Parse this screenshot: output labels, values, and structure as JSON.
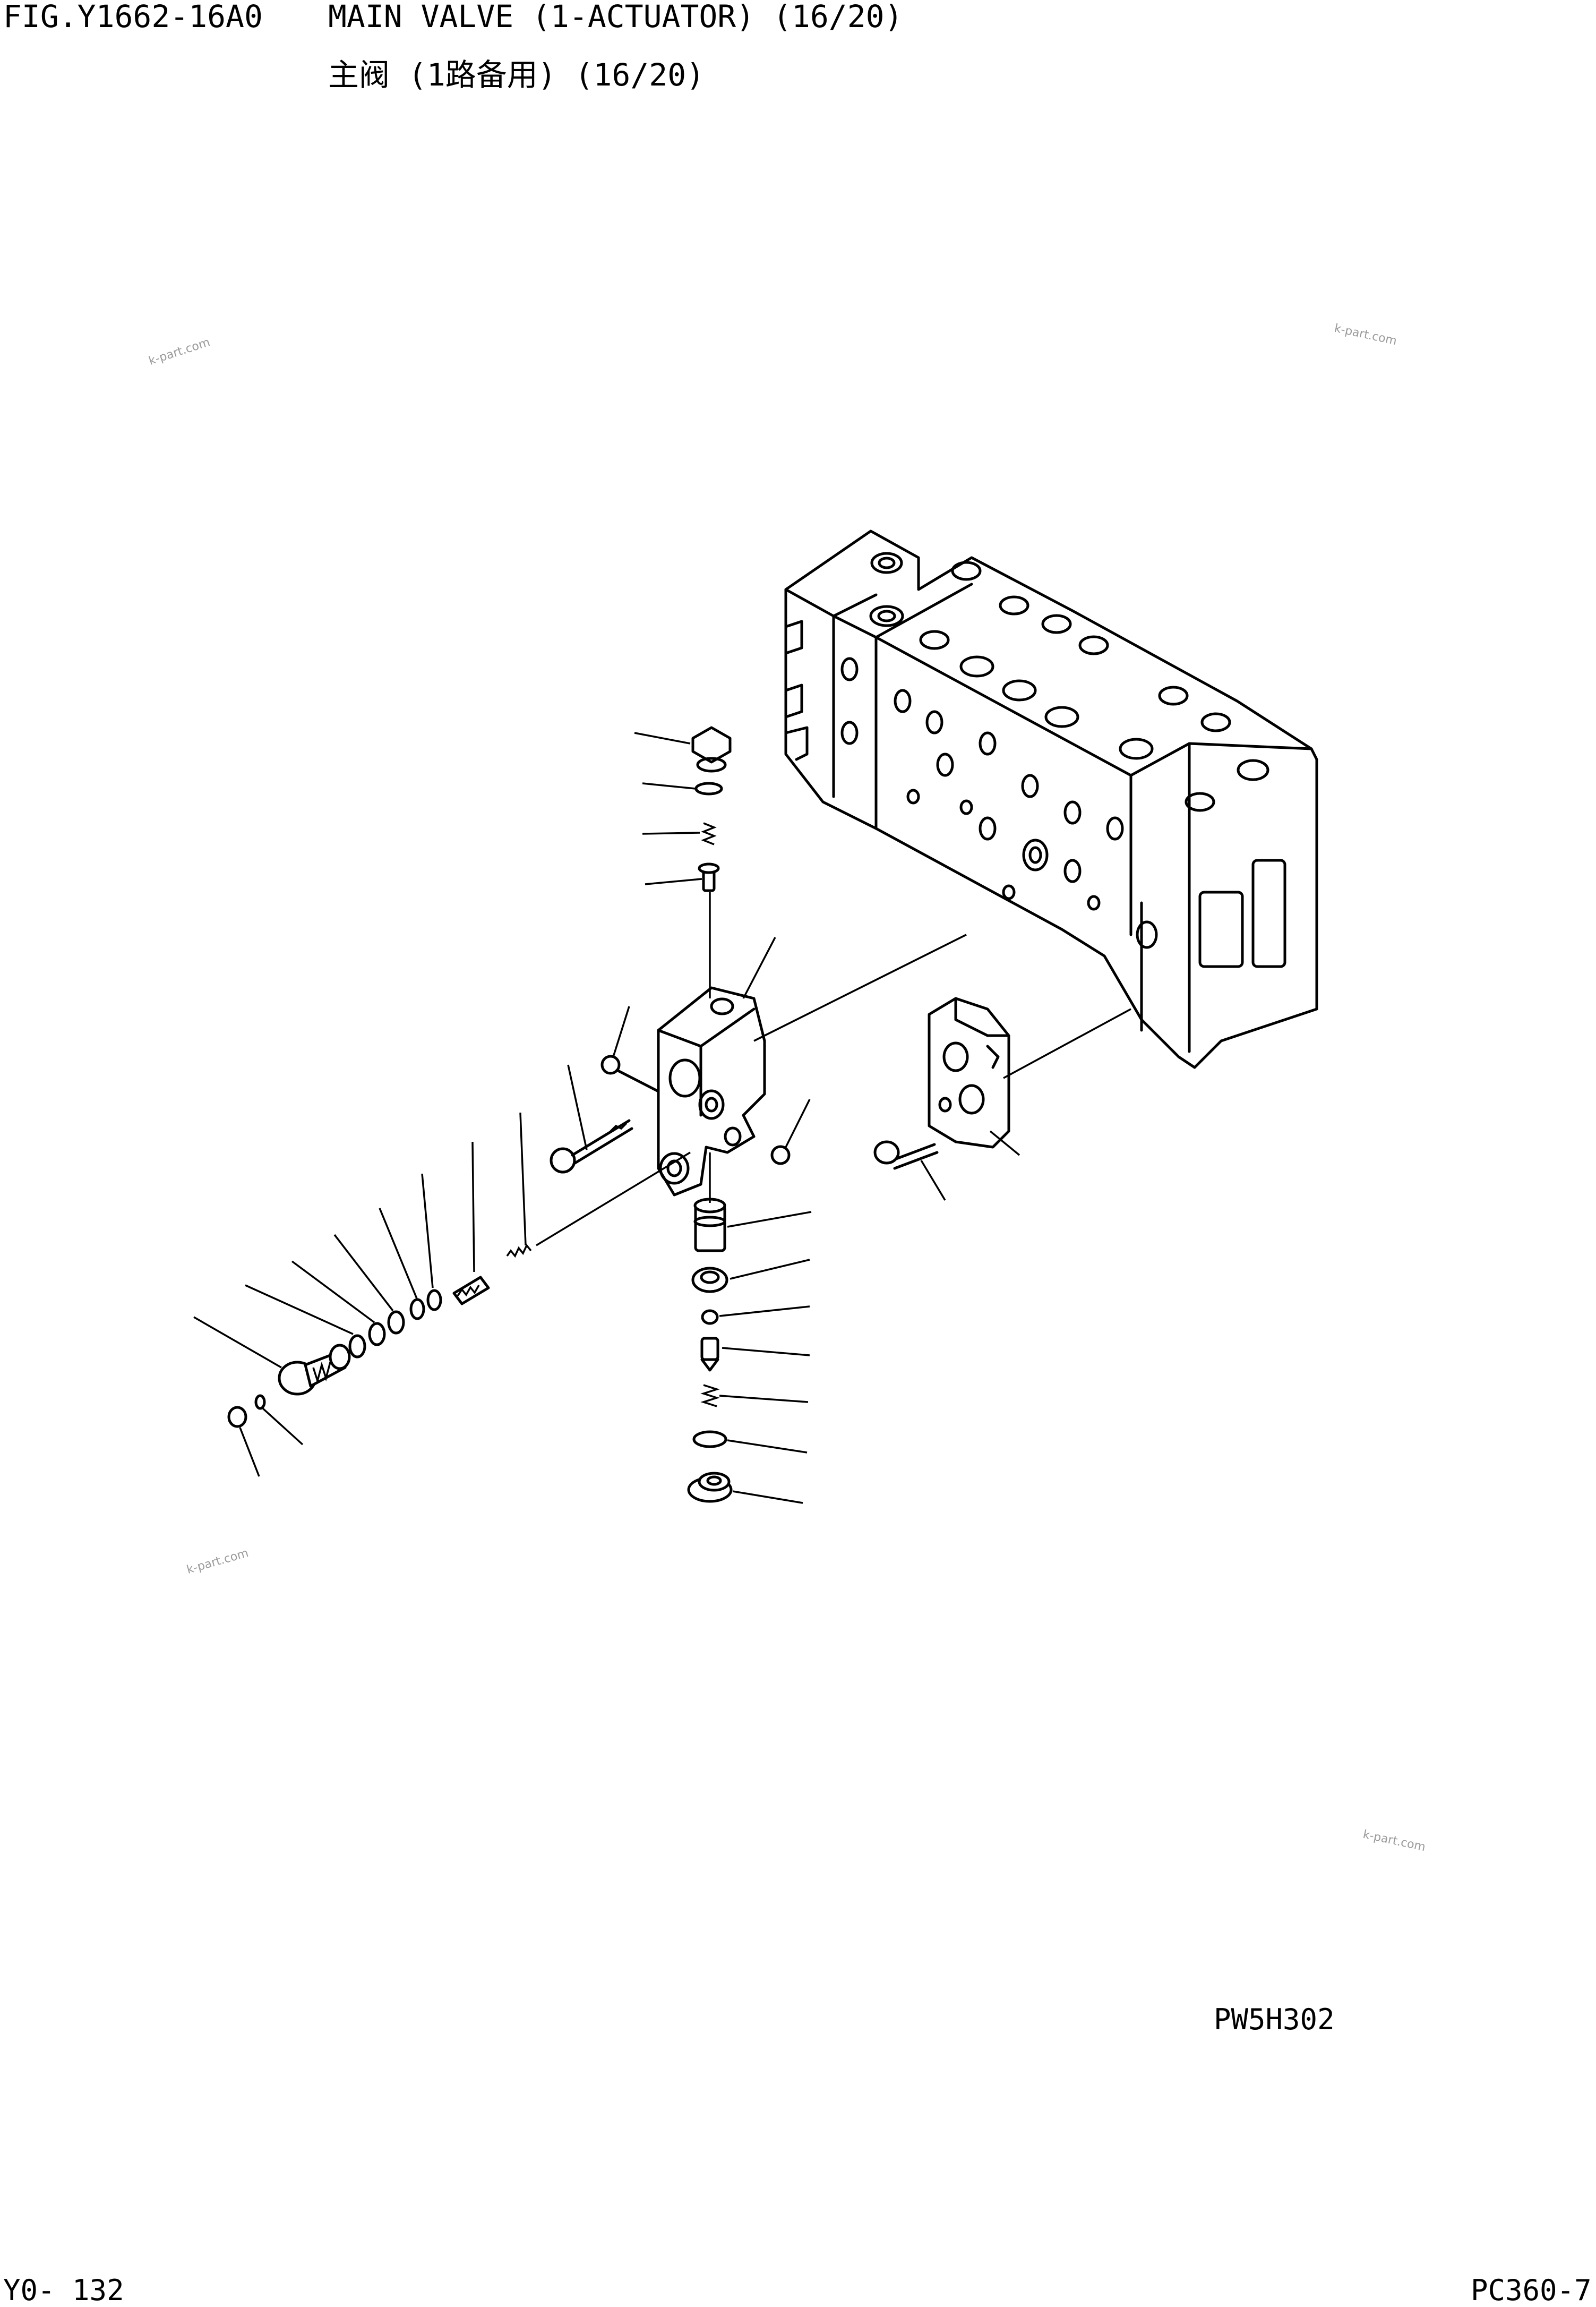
{
  "header": {
    "fig_id": "FIG.Y1662-16A0",
    "title_en": "MAIN VALVE (1-ACTUATOR) (16/20)",
    "title_cn": "主阀 (1路备用) (16/20)"
  },
  "diagram": {
    "drawing_code": "PW5H302"
  },
  "footer": {
    "page_number": "Y0- 132",
    "model": "PC360-7"
  },
  "watermarks": [
    "k-part.com",
    "k-part.com",
    "k-part.com",
    "k-part.com"
  ]
}
